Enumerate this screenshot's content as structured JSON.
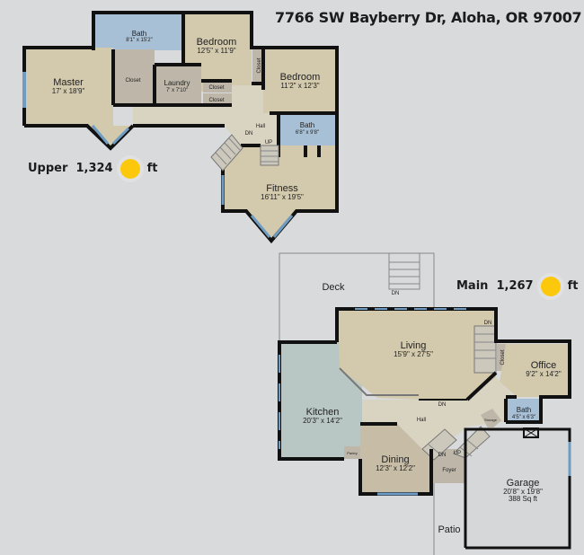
{
  "title": "7766 SW Bayberry Dr, Aloha, OR 97007",
  "colors": {
    "room": "#d3c9ad",
    "bath": "#a8c0d6",
    "kitchen": "#b8c7c3",
    "closet": "#bdb6a9",
    "marker": "#fcc80c"
  },
  "upper": {
    "label": "Upper",
    "area_visible": "1,324",
    "area_suffix": "ft",
    "rooms": {
      "master": {
        "name": "Master",
        "dim": "17' x 18'9\""
      },
      "bath1": {
        "name": "Bath",
        "dim": "8'1\" x 15'2\""
      },
      "bedroom1": {
        "name": "Bedroom",
        "dim": "12'5\" x 11'9\""
      },
      "closet1": {
        "name": "Closet"
      },
      "laundry": {
        "name": "Laundry",
        "dim": "7' x 7'10\""
      },
      "closet2": {
        "name": "Closet"
      },
      "closet3": {
        "name": "Closet"
      },
      "closet4": {
        "name": "Closet"
      },
      "bedroom2": {
        "name": "Bedroom",
        "dim": "11'2\" x 12'3\""
      },
      "hall": {
        "name": "Hall"
      },
      "bath2": {
        "name": "Bath",
        "dim": "6'8\" x 9'8\""
      },
      "fitness": {
        "name": "Fitness",
        "dim": "16'11\" x 19'5\""
      },
      "dn": "DN",
      "up": "UP"
    }
  },
  "main": {
    "label": "Main",
    "area_visible": "1,267",
    "area_suffix": "ft",
    "rooms": {
      "deck": {
        "name": "Deck"
      },
      "deck_dn": "DN",
      "living": {
        "name": "Living",
        "dim": "15'9\" x 27'5\""
      },
      "living_dn": "DN",
      "closet": {
        "name": "Closet"
      },
      "office": {
        "name": "Office",
        "dim": "9'2\" x 14'2\""
      },
      "kitchen": {
        "name": "Kitchen",
        "dim": "20'3\" x 14'2\""
      },
      "hall": {
        "name": "Hall"
      },
      "hall_dn": "DN",
      "storage": {
        "name": "Storage"
      },
      "bath": {
        "name": "Bath",
        "dim": "4'5\" x 6'3\""
      },
      "pantry": {
        "name": "Pantry"
      },
      "dining": {
        "name": "Dining",
        "dim": "12'3\" x 12'2\""
      },
      "dn": "DN",
      "up": "UP",
      "foyer": {
        "name": "Foyer"
      },
      "garage": {
        "name": "Garage",
        "dim": "20'8\" x 19'8\"",
        "area": "388 Sq ft"
      },
      "patio": {
        "name": "Patio"
      }
    }
  }
}
